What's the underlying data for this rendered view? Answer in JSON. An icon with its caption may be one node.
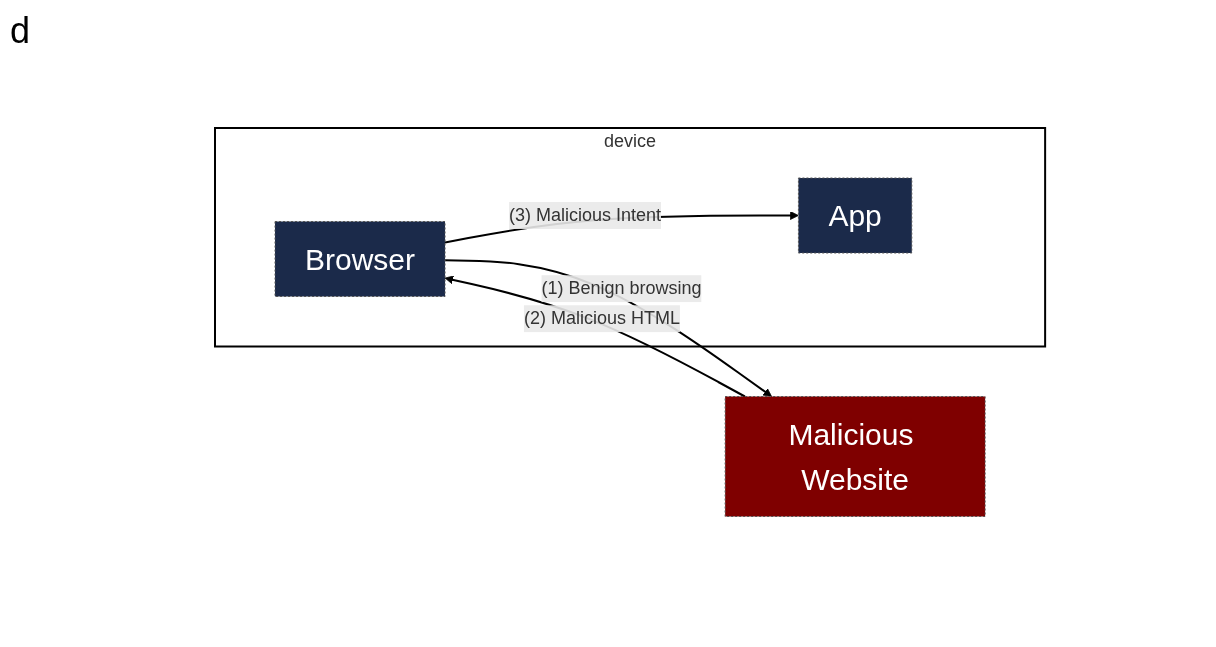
{
  "diagram": {
    "nodes": [
      {
        "text": [
          "device"
        ]
      },
      {
        "text": [
          "Browser"
        ],
        "in": 0
      },
      {
        "text": [
          "App"
        ],
        "in": 0
      },
      {
        "text": [
          "Malicious Website"
        ]
      }
    ],
    "edges": [
      {
        "from": 1,
        "to": 3,
        "label": "(1) Benign browsing",
        "arrow": "to"
      },
      {
        "from": 3,
        "to": 1,
        "label": "(2) Malicious HTML",
        "arrow": "to"
      },
      {
        "from": 1,
        "to": 2,
        "label": "(3) Malicious Intent",
        "arrow": "to"
      }
    ],
    "labels": [
      "d"
    ]
  }
}
